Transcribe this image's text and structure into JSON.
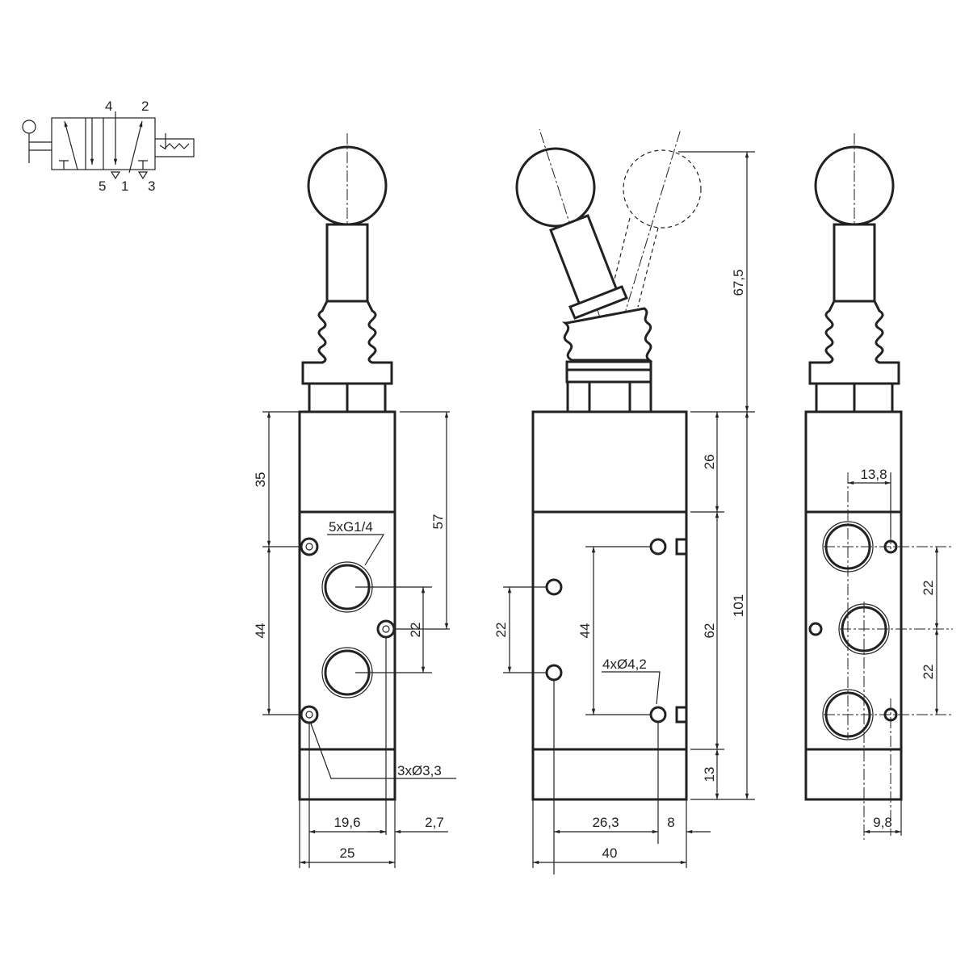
{
  "symbol": {
    "ports": [
      "4",
      "2",
      "5",
      "1",
      "3"
    ]
  },
  "left_view": {
    "dims": {
      "d35": "35",
      "d44": "44",
      "d57": "57",
      "d22": "22",
      "d19_6": "19,6",
      "d2_7": "2,7",
      "d25": "25"
    },
    "callouts": {
      "ports": "5xG1/4",
      "holes": "3xØ3,3"
    }
  },
  "front_view": {
    "dims": {
      "d67_5": "67,5",
      "d26": "26",
      "d62": "62",
      "d13": "13",
      "d101": "101",
      "d44": "44",
      "d22": "22",
      "d26_3": "26,3",
      "d8": "8",
      "d40": "40"
    },
    "callouts": {
      "holes": "4xØ4,2"
    }
  },
  "right_view": {
    "dims": {
      "d13_8": "13,8",
      "d22a": "22",
      "d22b": "22",
      "d9_8": "9,8"
    }
  }
}
